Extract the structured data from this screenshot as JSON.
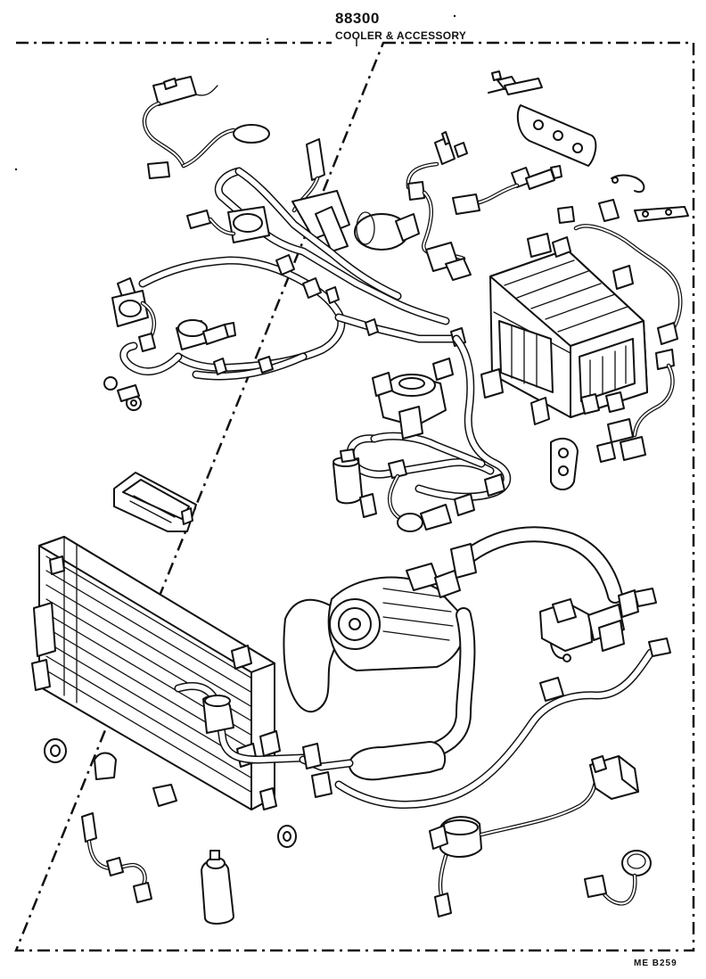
{
  "header": {
    "part_code": "88300",
    "title": "COOLER & ACCESSORY"
  },
  "footer": {
    "reference": "ME  B259"
  },
  "colors": {
    "ink": "#111111",
    "paper": "#ffffff"
  }
}
